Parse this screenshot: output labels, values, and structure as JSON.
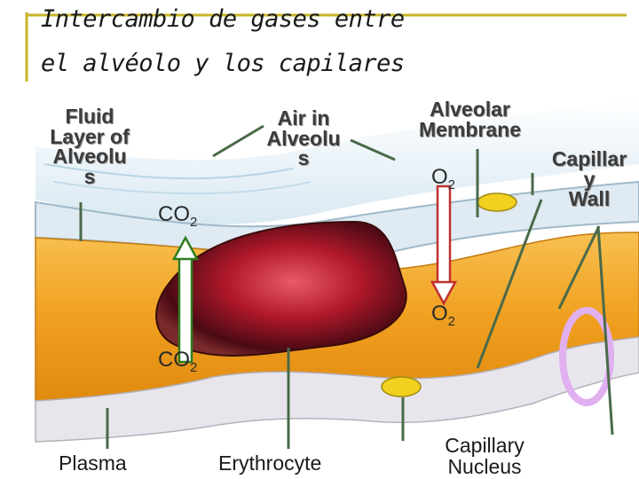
{
  "title": {
    "line1": "Intercambio de gases entre",
    "line2": "el alvéolo y los capilares"
  },
  "labels": {
    "fluid_layer": [
      "Fluid",
      "Layer of",
      "Alveolu",
      "s"
    ],
    "air_in_alveolus": [
      "Air in",
      "Alveolu",
      "s"
    ],
    "alveolar_membrane": [
      "Alveolar",
      "Membrane"
    ],
    "capillary_wall": [
      "Capillar",
      "y",
      "Wall"
    ],
    "plasma": "Plasma",
    "erythrocyte": "Erythrocyte",
    "capillary_nucleus": [
      "Capillary",
      "Nucleus"
    ]
  },
  "gases": {
    "co2_top": {
      "base": "CO",
      "sub": "2"
    },
    "co2_bottom": {
      "base": "CO",
      "sub": "2"
    },
    "o2_top": {
      "base": "O",
      "sub": "2"
    },
    "o2_bottom": {
      "base": "O",
      "sub": "2"
    }
  },
  "colors": {
    "title_rule": "#c8b428",
    "leader_line": "#4a6a4a",
    "arrow": "#2e7d1e",
    "plasma": "#f0a020",
    "erythrocyte": "#b01a2a",
    "fluid": "#c9e0ee",
    "wall_ring": "#e0b0f0"
  }
}
